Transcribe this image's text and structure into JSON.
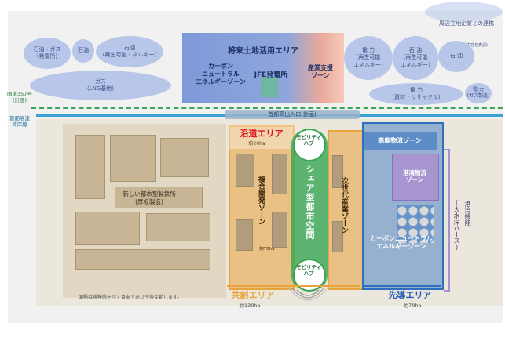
{
  "top_right_note": {
    "title": "周辺立地企業との連携",
    "sub": "(現在の事業内容を表記)"
  },
  "north_ovals": [
    {
      "label": "石油・ガス\n(発電所)"
    },
    {
      "label": "石油"
    },
    {
      "label": "石油\n(再生可能エネルギー)"
    },
    {
      "label": "ガス\n(LNG基地)"
    },
    {
      "label": "電 力\n(再生可能\nエネルギー)"
    },
    {
      "label": "石 油\n(再生可能\nエネルギー)"
    },
    {
      "label": "石 油"
    },
    {
      "label": "電 力\n(資材・リサイクル)"
    },
    {
      "label": "電 力\n(ガス製造)"
    }
  ],
  "future_area": {
    "title": "将来土地活用エリア",
    "carbon": "カーボン\nニュートラル\nエネルギーゾーン",
    "jfe": "JFE発電所",
    "industry": "産業支援\nゾーン"
  },
  "roads": {
    "route357": "国道357号\n(計画)",
    "expressway": "首都高速\n湾岸線",
    "exit": "首都高出入口(計画)"
  },
  "steel_plant": "新しい都市型製鉄所\n(厚板製造)",
  "zones": {
    "roadside": {
      "title": "沿道エリア",
      "area": "約20ha"
    },
    "mixed": {
      "title": "複合開発ゾーン",
      "area": "約70ha"
    },
    "shared": "シェア型都市空間",
    "next_gen": "次世代産業ゾーン",
    "mobility_hub_top": "モビリティ\nハブ",
    "mobility_hub_bottom": "モビリティ\nハブ",
    "cocreation": {
      "title": "共創エリア",
      "area": "約130ha"
    },
    "advanced_logistics": "高度物流ゾーン",
    "port_logistics": "港湾物流\nゾーン",
    "carbon_energy": "カーボンニュートラル\nエネルギーゾーン",
    "leading": {
      "title": "先導エリア",
      "area": "約70ha"
    },
    "port_function": "港湾機能",
    "deep_berth": "(大水深バース)"
  },
  "footnote": "面積は規模感を示す目安であり今後変動します。",
  "colors": {
    "oval_fill": "#b8c7e9",
    "oval_text": "#3b4f86",
    "future_blue": "#7d9ad8",
    "industry_pink": "#f3b6a8",
    "jfe_teal": "#6fb6a5",
    "orange_zone": "#e8a33c",
    "green_zone": "#3aa655",
    "red_text": "#e0141e",
    "blue_zone": "#2e6fbf",
    "purple_zone": "#a991cf",
    "lead_text": "#1f5bb4"
  }
}
